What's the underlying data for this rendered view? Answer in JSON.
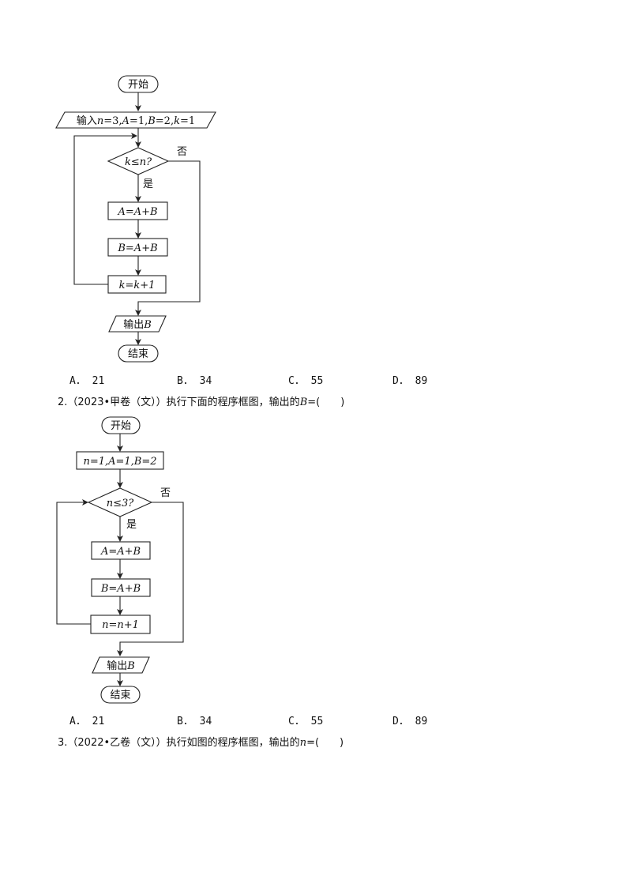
{
  "flowchart1": {
    "start": "开始",
    "input": "输入n=3,A=1,B=2,k=1",
    "input_parts": [
      "输入",
      "n",
      "=3,",
      "A",
      "=1,",
      "B",
      "=2,",
      "k",
      "=1"
    ],
    "condition": "k≤n?",
    "yes": "是",
    "no": "否",
    "step1": "A=A+B",
    "step2": "B=A+B",
    "step3": "k=k+1",
    "output": "输出B",
    "end": "结束"
  },
  "question1": {
    "options": [
      {
        "letter": "A",
        "value": "21"
      },
      {
        "letter": "B",
        "value": "34"
      },
      {
        "letter": "C",
        "value": "55"
      },
      {
        "letter": "D",
        "value": "89"
      }
    ]
  },
  "question2": {
    "number": "2.",
    "source": "（2023•甲卷（文））",
    "stem": "执行下面的程序框图，输出的",
    "variable": "B",
    "answer_blank": "=(　　)",
    "options": [
      {
        "letter": "A",
        "value": "21"
      },
      {
        "letter": "B",
        "value": "34"
      },
      {
        "letter": "C",
        "value": "55"
      },
      {
        "letter": "D",
        "value": "89"
      }
    ]
  },
  "flowchart2": {
    "start": "开始",
    "init": "n=1,A=1,B=2",
    "condition": "n≤3?",
    "yes": "是",
    "no": "否",
    "step1": "A=A+B",
    "step2": "B=A+B",
    "step3": "n=n+1",
    "output": "输出B",
    "end": "结束"
  },
  "question3": {
    "number": "3.",
    "source": "（2022•乙卷（文））",
    "stem": "执行如图的程序框图，输出的",
    "variable": "n",
    "answer_blank": "=(　　)"
  }
}
